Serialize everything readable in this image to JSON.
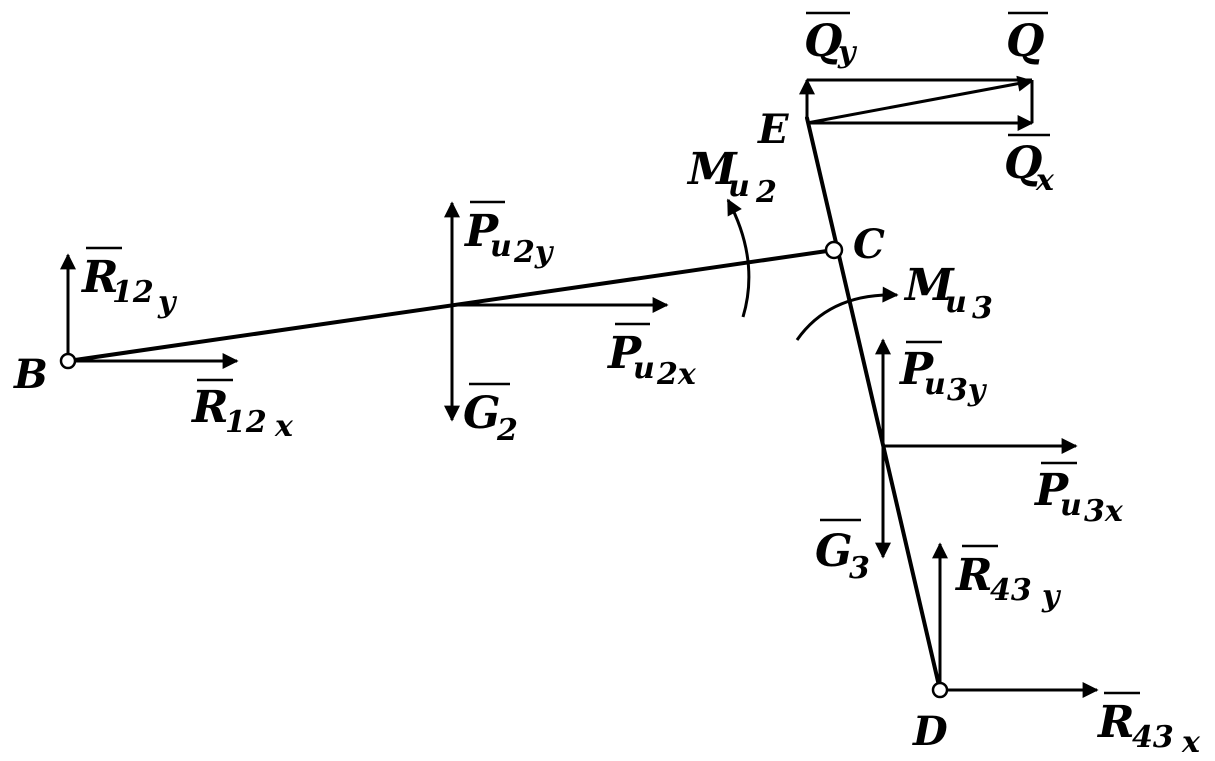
{
  "points": {
    "B": "B",
    "C": "C",
    "D": "D",
    "E": "E"
  },
  "forces": {
    "R12y": {
      "base": "R",
      "sub": "12",
      "subsub": "y"
    },
    "R12x": {
      "base": "R",
      "sub": "12",
      "subsub": "x"
    },
    "Pu2y": {
      "base": "P",
      "sub": "u",
      "subsub": "2y"
    },
    "Pu2x": {
      "base": "P",
      "sub": "u",
      "subsub": "2x"
    },
    "G2": {
      "base": "G",
      "sub": "2"
    },
    "Mu2": {
      "base": "M",
      "sub": "u",
      "subsub": "2"
    },
    "Mu3": {
      "base": "M",
      "sub": "u",
      "subsub": "3"
    },
    "Qy": {
      "base": "Q",
      "sub": "y"
    },
    "Q": {
      "base": "Q"
    },
    "Qx": {
      "base": "Q",
      "sub": "x"
    },
    "Pu3y": {
      "base": "P",
      "sub": "u",
      "subsub": "3y"
    },
    "Pu3x": {
      "base": "P",
      "sub": "u",
      "subsub": "3x"
    },
    "G3": {
      "base": "G",
      "sub": "3"
    },
    "R43y": {
      "base": "R",
      "sub": "43",
      "subsub": "y"
    },
    "R43x": {
      "base": "R",
      "sub": "43",
      "subsub": "x"
    }
  }
}
